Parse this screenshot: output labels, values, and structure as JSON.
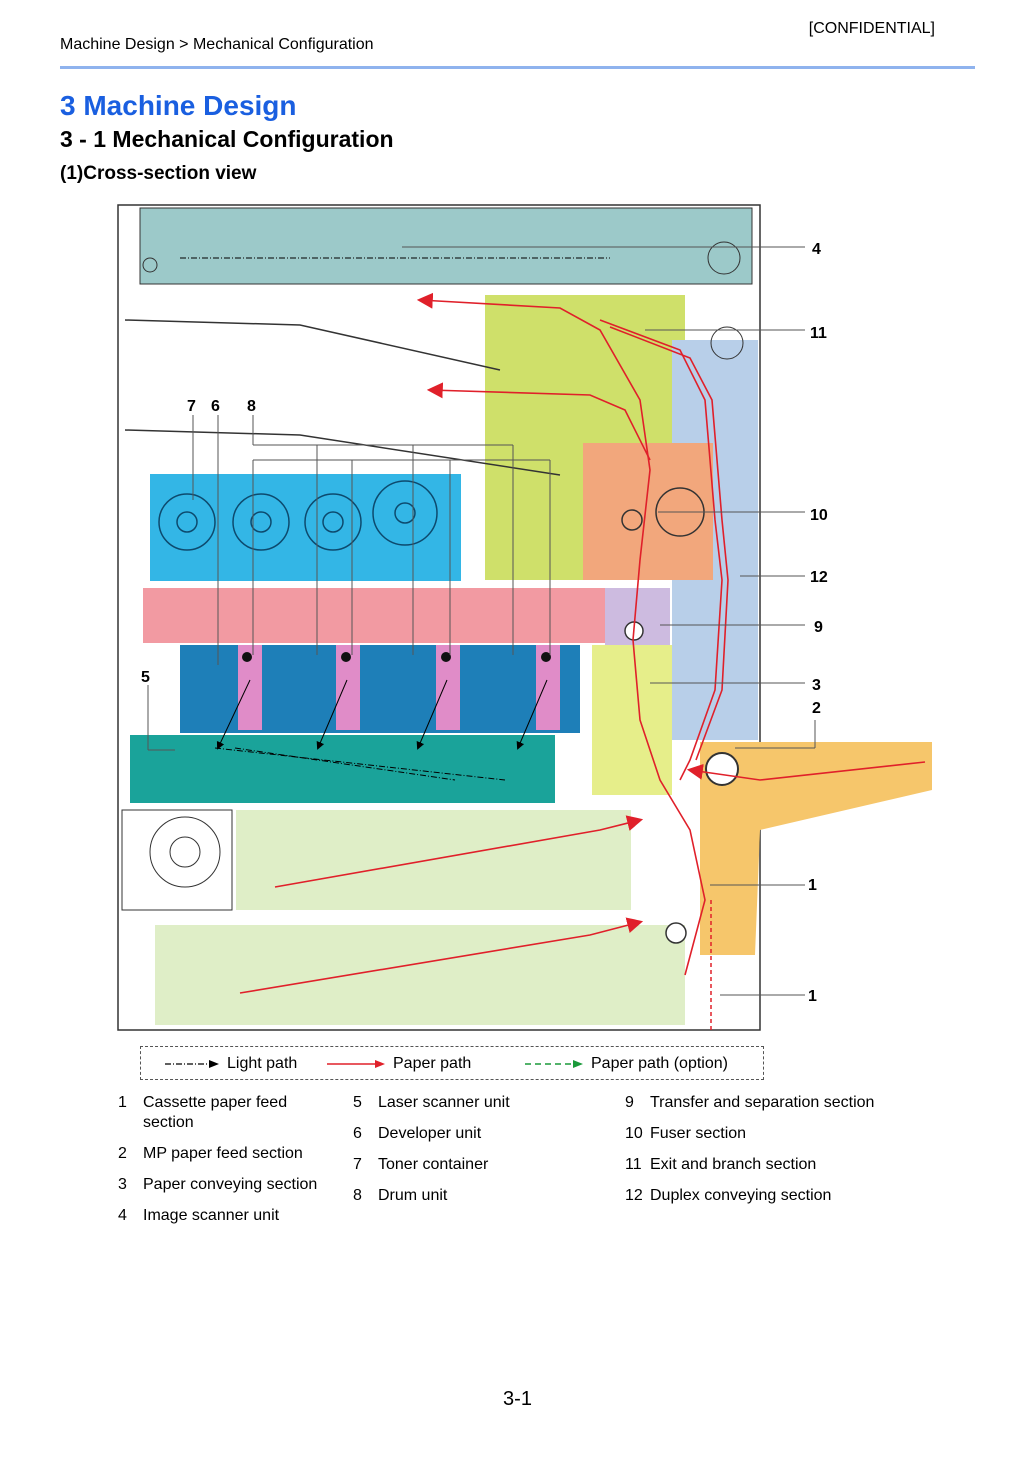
{
  "header": {
    "confidential": "[CONFIDENTIAL]",
    "breadcrumb": "Machine Design > Mechanical Configuration"
  },
  "titles": {
    "chapter": "3 Machine Design",
    "section": "3 - 1 Mechanical Configuration",
    "subsection": "(1)Cross-section view"
  },
  "figure": {
    "callouts": {
      "c4": "4",
      "c11": "11",
      "c7": "7",
      "c6": "6",
      "c8": "8",
      "c10": "10",
      "c12": "12",
      "c9": "9",
      "c5": "5",
      "c3": "3",
      "c2": "2",
      "c1a": "1",
      "c1b": "1"
    },
    "colors": {
      "scanner": "#9cc9c9",
      "exit_section": "#cfe06a",
      "duplex": "#b8cfe9",
      "fuser": "#f2a77c",
      "toner": "#33b6e6",
      "transfer_belt": "#f29aa2",
      "developer": "#1e7fb8",
      "drum": "#e08cc8",
      "laser": "#1aa39a",
      "conveying": "#e6ee8a",
      "transfer_sep": "#cdbbe0",
      "mp_feed": "#f6c66b",
      "cassette": "#dfeec7",
      "paper_path": "#e0202a",
      "option_path": "#1a9a3a"
    }
  },
  "legend": {
    "light_path": "Light path",
    "paper_path": "Paper path",
    "paper_path_option": "Paper path (option)"
  },
  "parts": {
    "col1": [
      {
        "num": "1",
        "label": "Cassette paper feed section"
      },
      {
        "num": "2",
        "label": "MP paper feed section"
      },
      {
        "num": "3",
        "label": "Paper conveying section"
      },
      {
        "num": "4",
        "label": "Image scanner unit"
      }
    ],
    "col2": [
      {
        "num": "5",
        "label": "Laser scanner unit"
      },
      {
        "num": "6",
        "label": "Developer unit"
      },
      {
        "num": "7",
        "label": "Toner container"
      },
      {
        "num": "8",
        "label": "Drum unit"
      }
    ],
    "col3": [
      {
        "num": "9",
        "label": "Transfer and separation section"
      },
      {
        "num": "10",
        "label": "Fuser section"
      },
      {
        "num": "11",
        "label": "Exit and branch section"
      },
      {
        "num": "12",
        "label": "Duplex conveying section"
      }
    ]
  },
  "page_number": "3-1"
}
